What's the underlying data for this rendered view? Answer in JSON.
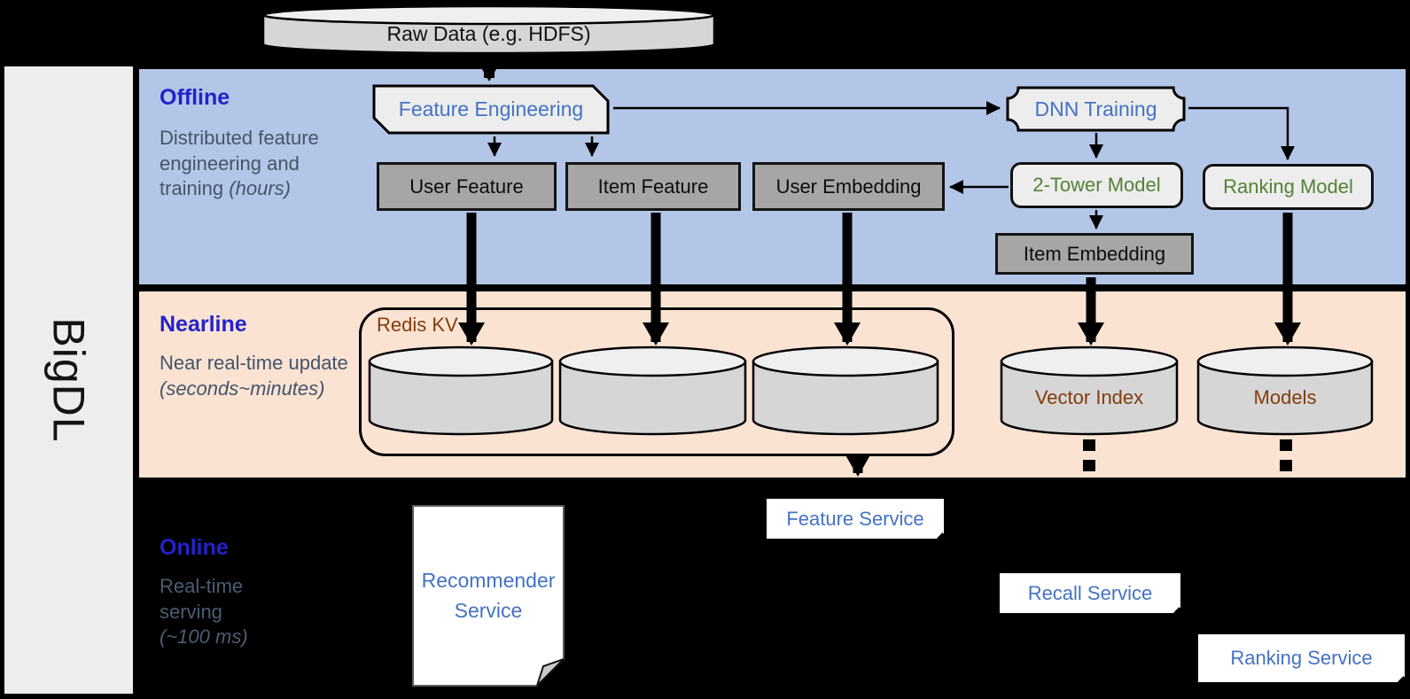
{
  "brand": {
    "name": "BigDL"
  },
  "bands": {
    "offline": {
      "title": "Offline",
      "description": "Distributed feature engineering and training ",
      "description_italic": "(hours)"
    },
    "nearline": {
      "title": "Nearline",
      "description": "Near real-time update ",
      "description_italic": "(seconds~minutes)"
    },
    "online": {
      "title": "Online",
      "description": "Real-time serving ",
      "description_italic": "(~100 ms)"
    }
  },
  "nodes": {
    "raw_data": "Raw Data (e.g. HDFS)",
    "feature_engineering": "Feature Engineering",
    "dnn_training": "DNN Training",
    "user_feature": "User Feature",
    "item_feature": "Item Feature",
    "user_embedding": "User Embedding",
    "two_tower_model": "2-Tower Model",
    "ranking_model": "Ranking Model",
    "item_embedding": "Item Embedding",
    "redis_kv": "Redis KV",
    "vector_index": "Vector Index",
    "models": "Models",
    "recommender_service": "Recommender Service",
    "feature_service": "Feature Service",
    "recall_service": "Recall Service",
    "ranking_service": "Ranking Service"
  },
  "colors": {
    "offline_band_bg": "#B3C6E7",
    "nearline_band_bg": "#FAE3D2",
    "online_band_bg": "#000000",
    "sidebar_bg": "#EDEDED",
    "section_title_blue": "#2222CC",
    "description_gray": "#44546A",
    "process_text_blue": "#4472C4",
    "model_text_green": "#548235",
    "storage_text_brown": "#843C0C",
    "gray_node_fill": "#A6A6A6",
    "light_node_fill": "#EDEDED",
    "cylinder_fill": "#D6D6D6"
  }
}
